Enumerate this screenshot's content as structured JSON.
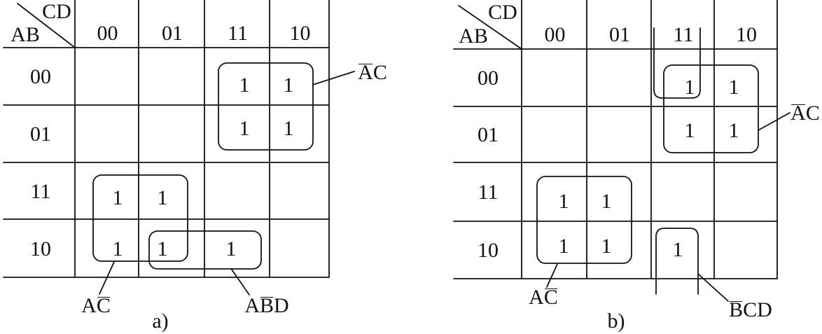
{
  "maps": [
    {
      "caption": "a)",
      "col_var": "CD",
      "row_var": "AB",
      "col_labels": [
        "00",
        "01",
        "11",
        "10"
      ],
      "row_labels": [
        "00",
        "01",
        "11",
        "10"
      ],
      "cells": [
        [
          "",
          "",
          "1",
          "1"
        ],
        [
          "",
          "",
          "1",
          "1"
        ],
        [
          "1",
          "1",
          "",
          ""
        ],
        [
          "1",
          "1",
          "1",
          ""
        ]
      ],
      "groups": [
        {
          "label": [
            {
              "text": "A",
              "bar": true
            },
            {
              "text": "C",
              "bar": false
            }
          ]
        },
        {
          "label": [
            {
              "text": "A",
              "bar": false
            },
            {
              "text": "C",
              "bar": true
            }
          ]
        },
        {
          "label": [
            {
              "text": "A",
              "bar": false
            },
            {
              "text": "B",
              "bar": true
            },
            {
              "text": "D",
              "bar": false
            }
          ]
        }
      ]
    },
    {
      "caption": "b)",
      "col_var": "CD",
      "row_var": "AB",
      "col_labels": [
        "00",
        "01",
        "11",
        "10"
      ],
      "row_labels": [
        "00",
        "01",
        "11",
        "10"
      ],
      "cells": [
        [
          "",
          "",
          "1",
          "1"
        ],
        [
          "",
          "",
          "1",
          "1"
        ],
        [
          "1",
          "1",
          "",
          ""
        ],
        [
          "1",
          "1",
          "1",
          ""
        ]
      ],
      "groups": [
        {
          "label": [
            {
              "text": "A",
              "bar": true
            },
            {
              "text": "C",
              "bar": false
            }
          ]
        },
        {
          "label": [
            {
              "text": "A",
              "bar": false
            },
            {
              "text": "C",
              "bar": true
            }
          ]
        },
        {
          "label": [
            {
              "text": "B",
              "bar": true
            },
            {
              "text": "C",
              "bar": false
            },
            {
              "text": "D",
              "bar": false
            }
          ]
        }
      ]
    }
  ]
}
